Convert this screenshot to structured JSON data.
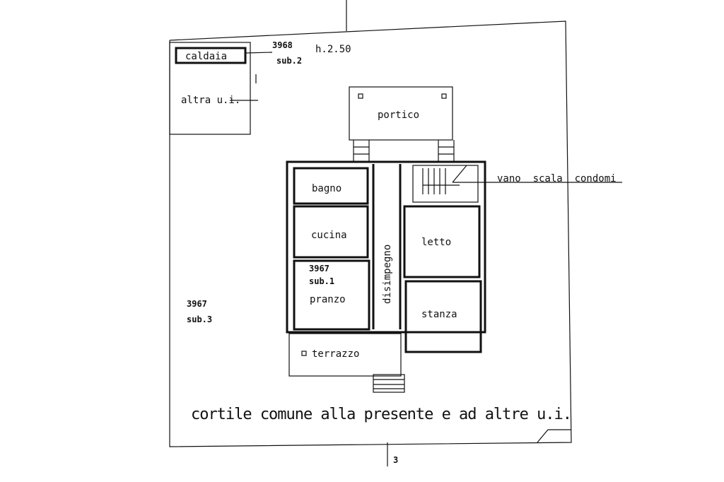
{
  "plan": {
    "caldaia": "caldaia",
    "parcel_top": "3968",
    "height_note": "h.2.50",
    "sub_top": "sub.2",
    "altra_ui": "altra u.i.",
    "portico": "portico",
    "vano_scala": "vano  scala  condomi",
    "bagno": "bagno",
    "cucina": "cucina",
    "parcel_mid": "3967",
    "sub_mid": "sub.1",
    "pranzo": "pranzo",
    "disimpegno": "disimpegno",
    "letto": "letto",
    "stanza": "stanza",
    "parcel_left": "3967",
    "sub_left": "sub.3",
    "terrazzo": "terrazzo",
    "cortile": "cortile comune alla presente e ad altre u.i.",
    "sheet_mark": "3"
  }
}
